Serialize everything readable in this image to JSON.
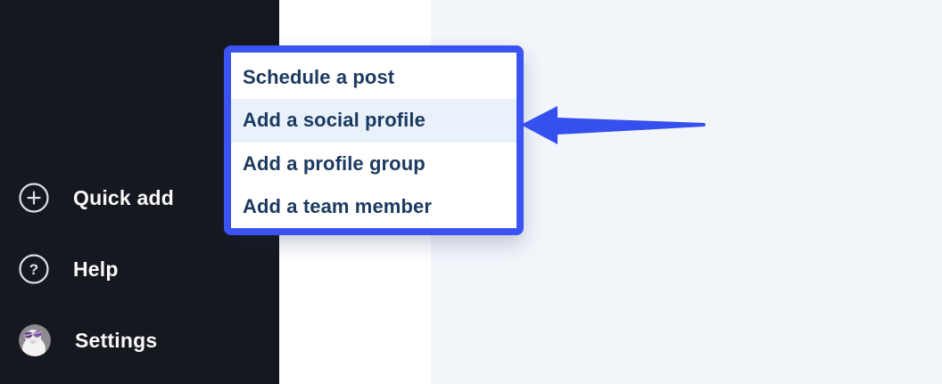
{
  "sidebar": {
    "items": [
      {
        "label": "Quick add",
        "icon": "plus-circle-icon"
      },
      {
        "label": "Help",
        "icon": "question-circle-icon"
      },
      {
        "label": "Settings",
        "icon": "user-avatar"
      }
    ]
  },
  "popup": {
    "items": [
      {
        "label": "Schedule a post",
        "highlighted": false
      },
      {
        "label": "Add a social profile",
        "highlighted": true
      },
      {
        "label": "Add a profile group",
        "highlighted": false
      },
      {
        "label": "Add a team member",
        "highlighted": false
      }
    ]
  },
  "annotation": {
    "arrow": "left-pointing arrow highlighting 'Add a social profile'"
  },
  "colors": {
    "sidebar_bg": "#16181f",
    "sidebar_text": "#fafafa",
    "popup_border": "#3b53f2",
    "popup_bg": "#ffffff",
    "menu_text": "#1c3a60",
    "highlight_bg": "#e9f1fb",
    "main_bg": "#f2f5fa",
    "arrow": "#3550ef"
  }
}
